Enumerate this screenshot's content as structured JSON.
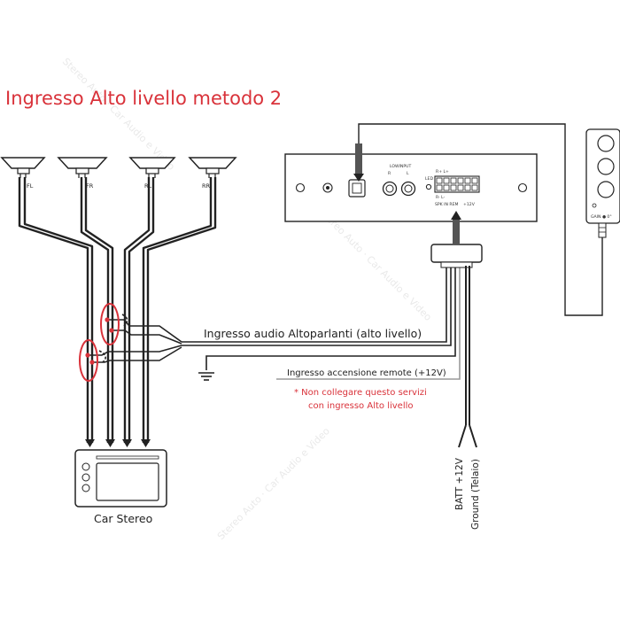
{
  "title": "Ingresso Alto livello metodo 2",
  "speakers": [
    "FL",
    "FR",
    "RL",
    "RR"
  ],
  "amp_labels": {
    "low_input": "LOWINPUT",
    "low_r": "R",
    "low_l": "L",
    "led": "LED",
    "b_plus_l_plus": "R+  L+",
    "b_minus_l_minus": "R-  L-",
    "spk_in_rem": "SPK IN REM",
    "plus_12v": "+12V"
  },
  "labels": {
    "speaker_input": "Ingresso audio Altoparlanti (alto livello)",
    "remote_input": "Ingresso accensione remote (+12V)",
    "note_line1": "* Non collegare questo servizi",
    "note_line2": "con ingresso Alto livello",
    "car_stereo": "Car Stereo",
    "batt": "BATT +12V",
    "ground": "Ground (Telaio)",
    "remote_bottom": "GAIN ● 0°"
  },
  "watermark": "Stereo Auto · Car Audio e Video",
  "colors": {
    "accent": "#d9323a",
    "line": "#222222",
    "wire_light": "#9a9a9a",
    "watermark": "#cfcfcf"
  }
}
